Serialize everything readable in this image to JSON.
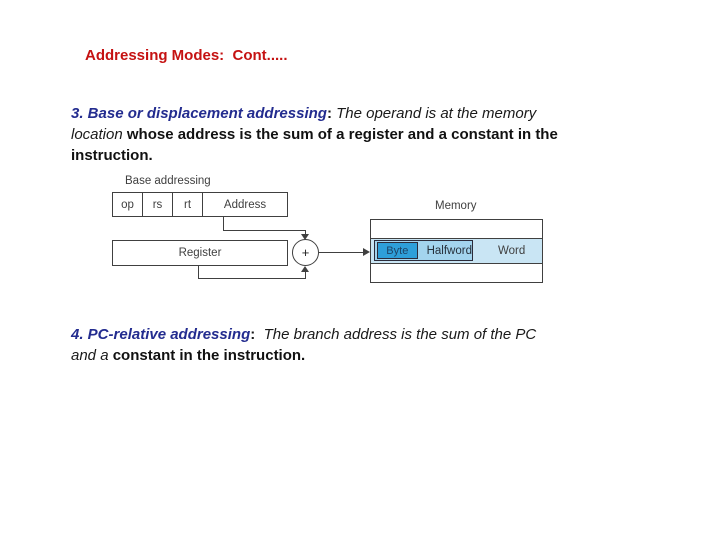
{
  "title": {
    "text": "Addressing Modes:  Cont....."
  },
  "paragraphs": {
    "base": {
      "heading": "3. Base or displacement addressing",
      "colon": ": ",
      "italic_text": "The operand is at the memory\nlocation",
      "bold_text": " whose address is the sum of a register and a constant in the\ninstruction."
    },
    "pc_relative": {
      "heading": "4. PC-relative addressing",
      "colon": ":  ",
      "italic_text": "The branch address is the sum of the PC\nand a ",
      "bold_text": "constant in the instruction."
    }
  },
  "diagram": {
    "title": "Base addressing",
    "instruction_fields": [
      "op",
      "rs",
      "rt",
      "Address"
    ],
    "register_label": "Register",
    "adder_symbol": "+",
    "memory": {
      "label": "Memory",
      "byte": "Byte",
      "halfword": "Halfword",
      "word": "Word"
    }
  },
  "colors": {
    "title_red": "#C51212",
    "heading_blue": "#232C8F",
    "memory_row_blue": "#C9E5F4",
    "halfword_blue": "#A3D4EE",
    "byte_blue": "#2E9FD9",
    "line_gray": "#404040"
  }
}
